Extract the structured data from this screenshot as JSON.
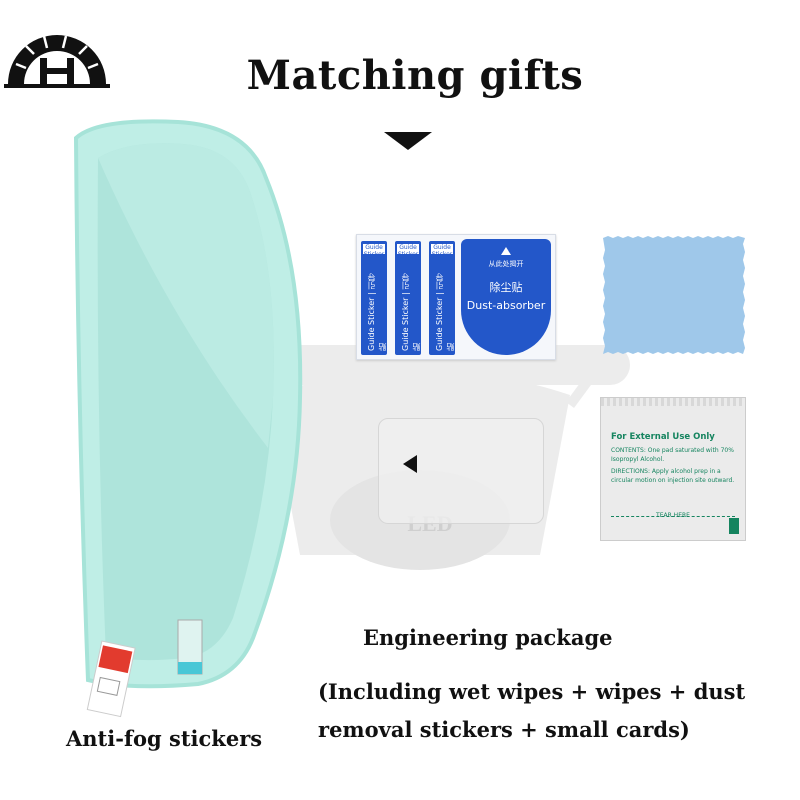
{
  "title": "Matching gifts",
  "captions": {
    "engineering": "Engineering package",
    "includes": "(Including wet wipes + wipes + dust removal stickers + small cards)",
    "antifog": "Anti-fog stickers"
  },
  "watermark": "LED",
  "dust_card": {
    "guide_top": [
      "Guide Sticker",
      "Guide Sticker",
      "Guide Sticker"
    ],
    "guide_strip": [
      "Guide Sticker | 引导贴",
      "Guide Sticker | 引导贴",
      "Guide Sticker | 引导贴"
    ],
    "pad_cn": "除尘贴",
    "pad_en": "Dust-absorber",
    "pad_top": "从此处揭开"
  },
  "wipe_packet": {
    "heading": "For External Use Only",
    "contents": "CONTENTS: One pad saturated with 70% Isopropyl Alcohol.",
    "directions": "DIRECTIONS: Apply alcohol prep in a circular motion on injection site outward.",
    "tear": "TEAR HERE"
  },
  "colors": {
    "film": "#bfeee6",
    "sticker_blue": "#2357c9",
    "cloth": "#9fc8ea"
  }
}
